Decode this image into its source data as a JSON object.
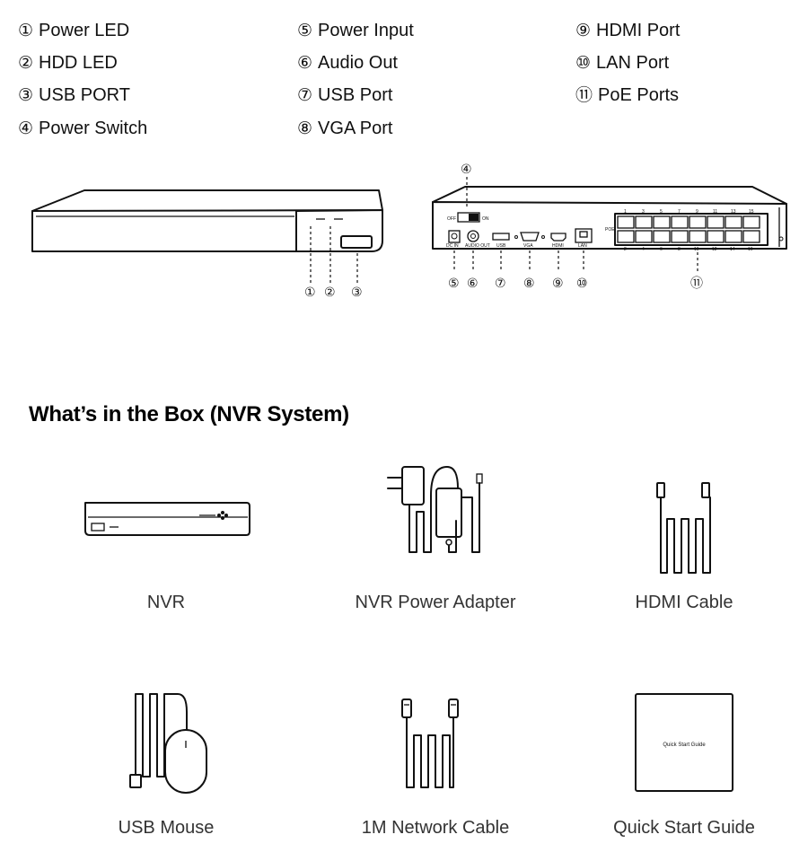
{
  "legend": {
    "items": [
      {
        "num": "①",
        "label": "Power LED"
      },
      {
        "num": "②",
        "label": "HDD LED"
      },
      {
        "num": "③",
        "label": "USB PORT"
      },
      {
        "num": "④",
        "label": "Power Switch"
      },
      {
        "num": "⑤",
        "label": "Power Input"
      },
      {
        "num": "⑥",
        "label": "Audio Out"
      },
      {
        "num": "⑦",
        "label": "USB Port"
      },
      {
        "num": "⑧",
        "label": "VGA Port"
      },
      {
        "num": "⑨",
        "label": "HDMI Port"
      },
      {
        "num": "⑩",
        "label": "LAN Port"
      },
      {
        "num": "⑪",
        "label": "PoE Ports"
      }
    ]
  },
  "rear_panel": {
    "off": "OFF",
    "on": "ON",
    "dc_in": "DC IN",
    "audio_out": "AUDIO OUT",
    "usb": "USB",
    "vga": "VGA",
    "hdmi": "HDMI",
    "lan": "LAN",
    "poe": "POE",
    "port_numbers_top": [
      "1",
      "3",
      "5",
      "7",
      "9",
      "11",
      "13",
      "15"
    ],
    "port_numbers_bottom": [
      "2",
      "4",
      "6",
      "8",
      "10",
      "12",
      "14",
      "16"
    ]
  },
  "box_section": {
    "title": "What’s in the Box (NVR System)",
    "items": [
      {
        "label": "NVR"
      },
      {
        "label": "NVR Power Adapter"
      },
      {
        "label": "HDMI Cable"
      },
      {
        "label": "USB Mouse"
      },
      {
        "label": "1M Network Cable"
      },
      {
        "label": "Quick Start Guide"
      }
    ],
    "guide_cover_text": "Quick Start Guide"
  }
}
